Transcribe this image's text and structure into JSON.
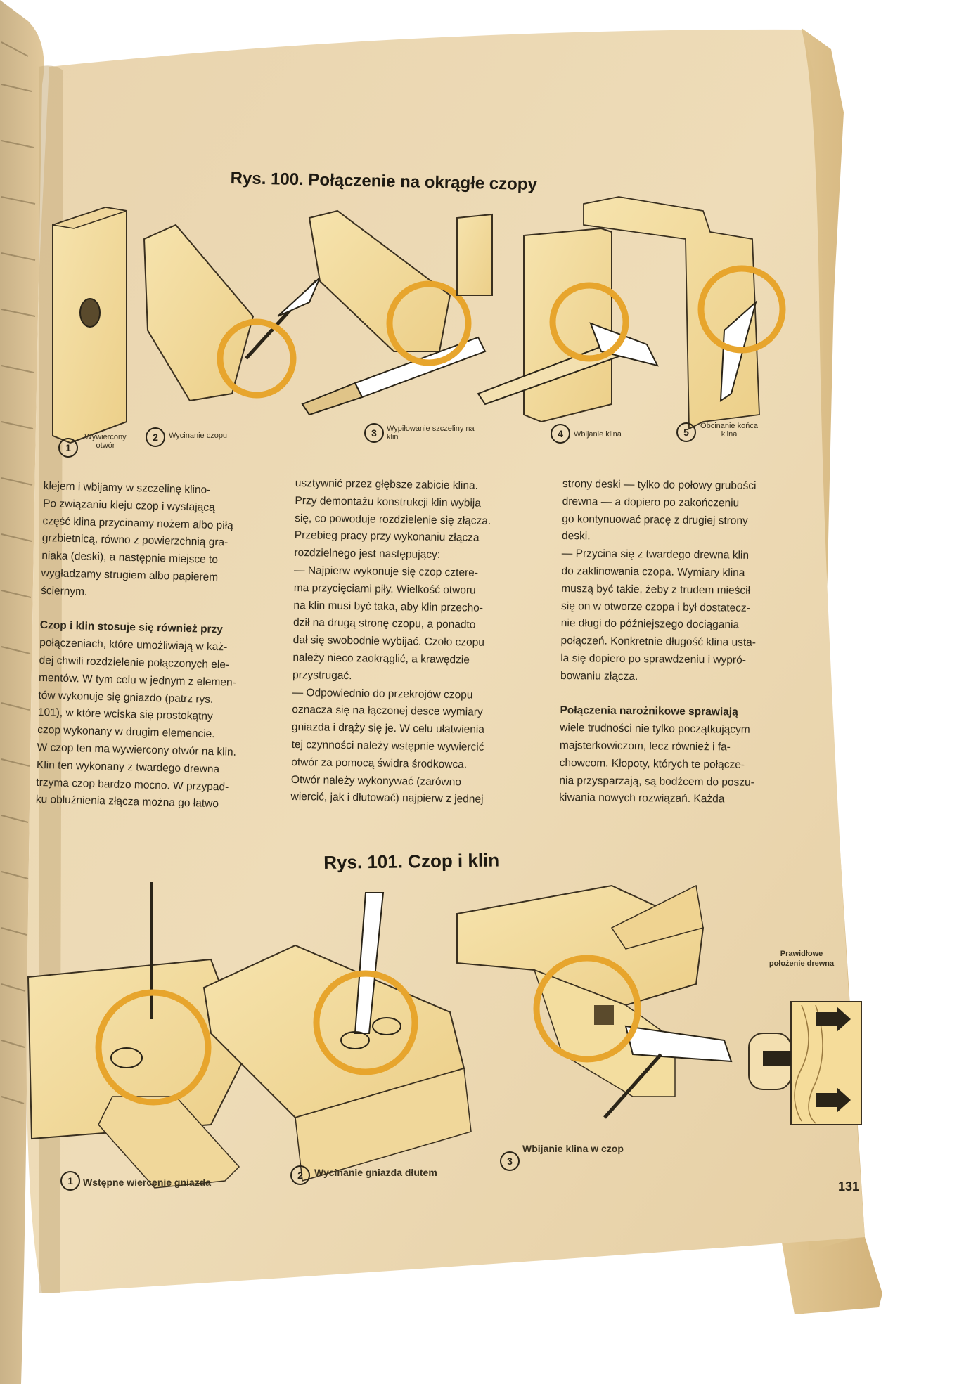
{
  "figure_100": {
    "title": "Rys. 100. Połączenie na okrągłe czopy",
    "steps": [
      {
        "num": "1",
        "label": "Wywiercony otwór"
      },
      {
        "num": "2",
        "label": "Wycinanie czopu"
      },
      {
        "num": "3",
        "label": "Wypiłowanie szczeliny na klin"
      },
      {
        "num": "4",
        "label": "Wbijanie klina"
      },
      {
        "num": "5",
        "label": "Obcinanie końca klina"
      }
    ]
  },
  "figure_101": {
    "title": "Rys. 101. Czop i klin",
    "steps": [
      {
        "num": "1",
        "label": "Wstępne wiercenie gniazda"
      },
      {
        "num": "2",
        "label": "Wycinanie gniazda dłutem"
      },
      {
        "num": "3",
        "label": "Wbijanie klina w czop"
      }
    ],
    "inset_label": "Prawidłowe położenie drewna"
  },
  "column_1": [
    "klejem i wbijamy w szczelinę klino-",
    "Po związaniu kleju czop i wystającą",
    "część klina przycinamy nożem albo piłą",
    "grzbietnicą, równo z powierzchnią gra-",
    "niaka (deski), a następnie miejsce to",
    "wygładzamy strugiem albo papierem",
    "ściernym.",
    "",
    "Czop i klin stosuje się również przy",
    "połączeniach, które umożliwiają w każ-",
    "dej chwili rozdzielenie połączonych ele-",
    "mentów. W tym celu w jednym z elemen-",
    "tów wykonuje się gniazdo (patrz rys.",
    "101), w które wciska się prostokątny",
    "czop wykonany w drugim elemencie.",
    "W czop ten ma wywiercony otwór na klin.",
    "Klin ten wykonany z twardego drewna",
    "trzyma czop bardzo mocno. W przypad-",
    "ku obluźnienia złącza można go łatwo"
  ],
  "column_2": [
    "usztywnić przez głębsze zabicie klina.",
    "Przy demontażu konstrukcji klin wybija",
    "się, co powoduje rozdzielenie się złącza.",
    "Przebieg pracy przy wykonaniu złącza",
    "rozdzielnego jest następujący:",
    "— Najpierw wykonuje się czop cztere-",
    "ma przycięciami piły. Wielkość otworu",
    "na klin musi być taka, aby klin przecho-",
    "dził na drugą stronę czopu, a ponadto",
    "dał się swobodnie wybijać. Czoło czopu",
    "należy nieco zaokrąglić, a krawędzie",
    "przystrugać.",
    "— Odpowiednio do przekrojów czopu",
    "oznacza się na łączonej desce wymiary",
    "gniazda i drąży się je. W celu ułatwienia",
    "tej czynności należy wstępnie wywiercić",
    "otwór za pomocą świdra środkowca.",
    "Otwór należy wykonywać (zarówno",
    "wiercić, jak i dłutować) najpierw z jednej"
  ],
  "column_3": [
    "strony deski — tylko do połowy grubości",
    "drewna — a dopiero po zakończeniu",
    "go kontynuować pracę z drugiej strony",
    "deski.",
    "— Przycina się z twardego drewna klin",
    "do zaklinowania czopa. Wymiary klina",
    "muszą być takie, żeby z trudem mieścił",
    "się on w otworze czopa i był dostatecz-",
    "nie długi do późniejszego dociągania",
    "połączeń. Konkretnie długość klina usta-",
    "la się dopiero po sprawdzeniu i wypró-",
    "bowaniu złącza.",
    "",
    "Połączenia narożnikowe sprawiają",
    "wiele trudności nie tylko początkującym",
    "majsterkowiczom, lecz również i fa-",
    "chowcom. Kłopoty, których te połącze-",
    "nia przysparzają, są bodźcem do poszu-",
    "kiwania nowych rozwiązań. Każda"
  ],
  "page_number": "131",
  "colors": {
    "paper": "#ebd9b3",
    "highlight_ring": "#e7a52d",
    "wood": "#f2dc9e",
    "ink": "#2a2418"
  }
}
